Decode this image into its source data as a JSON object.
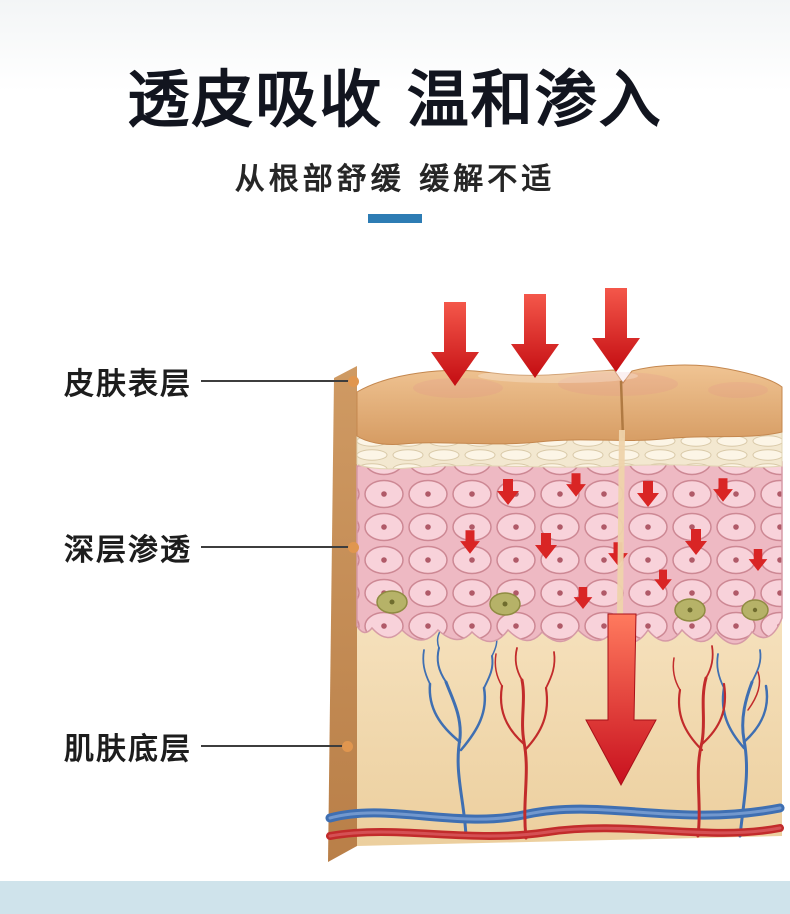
{
  "header": {
    "title": "透皮吸收 温和渗入",
    "subtitle": "从根部舒缓 缓解不适"
  },
  "diagram": {
    "name": "skin-cross-section",
    "callouts": [
      {
        "label": "皮肤表层"
      },
      {
        "label": "深层渗透"
      },
      {
        "label": "肌肤底层"
      }
    ]
  },
  "colors": {
    "accent_blue": "#2d7cb4",
    "footer_blue": "#cfe3eb",
    "arrow_red": "#d92525",
    "callout_dot_orange": "#e0964f",
    "title_color": "#12151f"
  }
}
